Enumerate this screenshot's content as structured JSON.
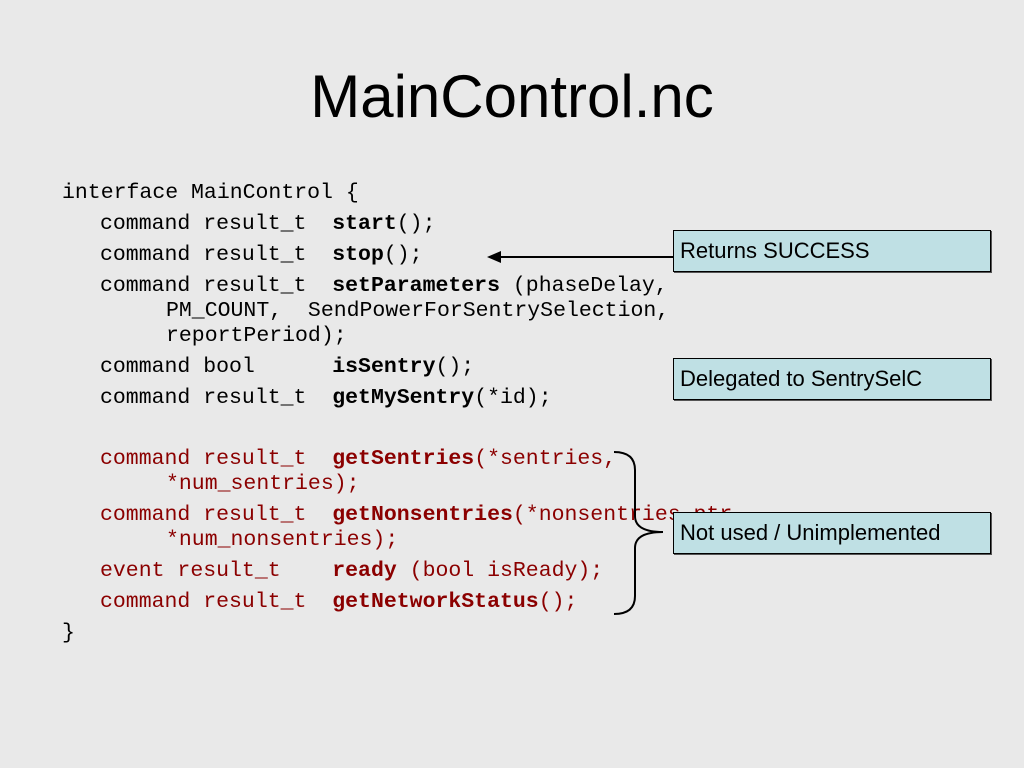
{
  "slide": {
    "title": "MainControl.nc"
  },
  "code": {
    "l_interface": "interface MainControl {",
    "start_pre": "command result_t  ",
    "start_fn": "start",
    "start_post": "();",
    "stop_pre": "command result_t  ",
    "stop_fn": "stop",
    "stop_post": "();",
    "setp_pre": "command result_t  ",
    "setp_fn": "setParameters",
    "setp_post": " (phaseDelay,",
    "setp_cont1": "PM_COUNT,  SendPowerForSentrySelection,",
    "setp_cont2": "reportPeriod);",
    "issentry_pre": "command bool      ",
    "issentry_fn": "isSentry",
    "issentry_post": "();",
    "getmy_pre": "command result_t  ",
    "getmy_fn": "getMySentry",
    "getmy_post": "(*id);",
    "getsen_pre": "command result_t  ",
    "getsen_fn": "getSentries",
    "getsen_post": "(*sentries,",
    "getsen_cont": "*num_sentries);",
    "getnon_pre": "command result_t  ",
    "getnon_fn": "getNonsentries",
    "getnon_post": "(*nonsentries_ptr,",
    "getnon_cont": "*num_nonsentries);",
    "ready_pre": "event result_t    ",
    "ready_fn": "ready",
    "ready_post": " (bool isReady);",
    "getnet_pre": "command result_t  ",
    "getnet_fn": "getNetworkStatus",
    "getnet_post": "();",
    "close": "}"
  },
  "callouts": {
    "returns": "Returns SUCCESS",
    "delegated": "Delegated to SentrySelC",
    "unused": "Not used / Unimplemented"
  },
  "colors": {
    "background": "#e9e9e9",
    "callout_fill": "#bfe0e4",
    "unimplemented_code": "#8b0000"
  }
}
